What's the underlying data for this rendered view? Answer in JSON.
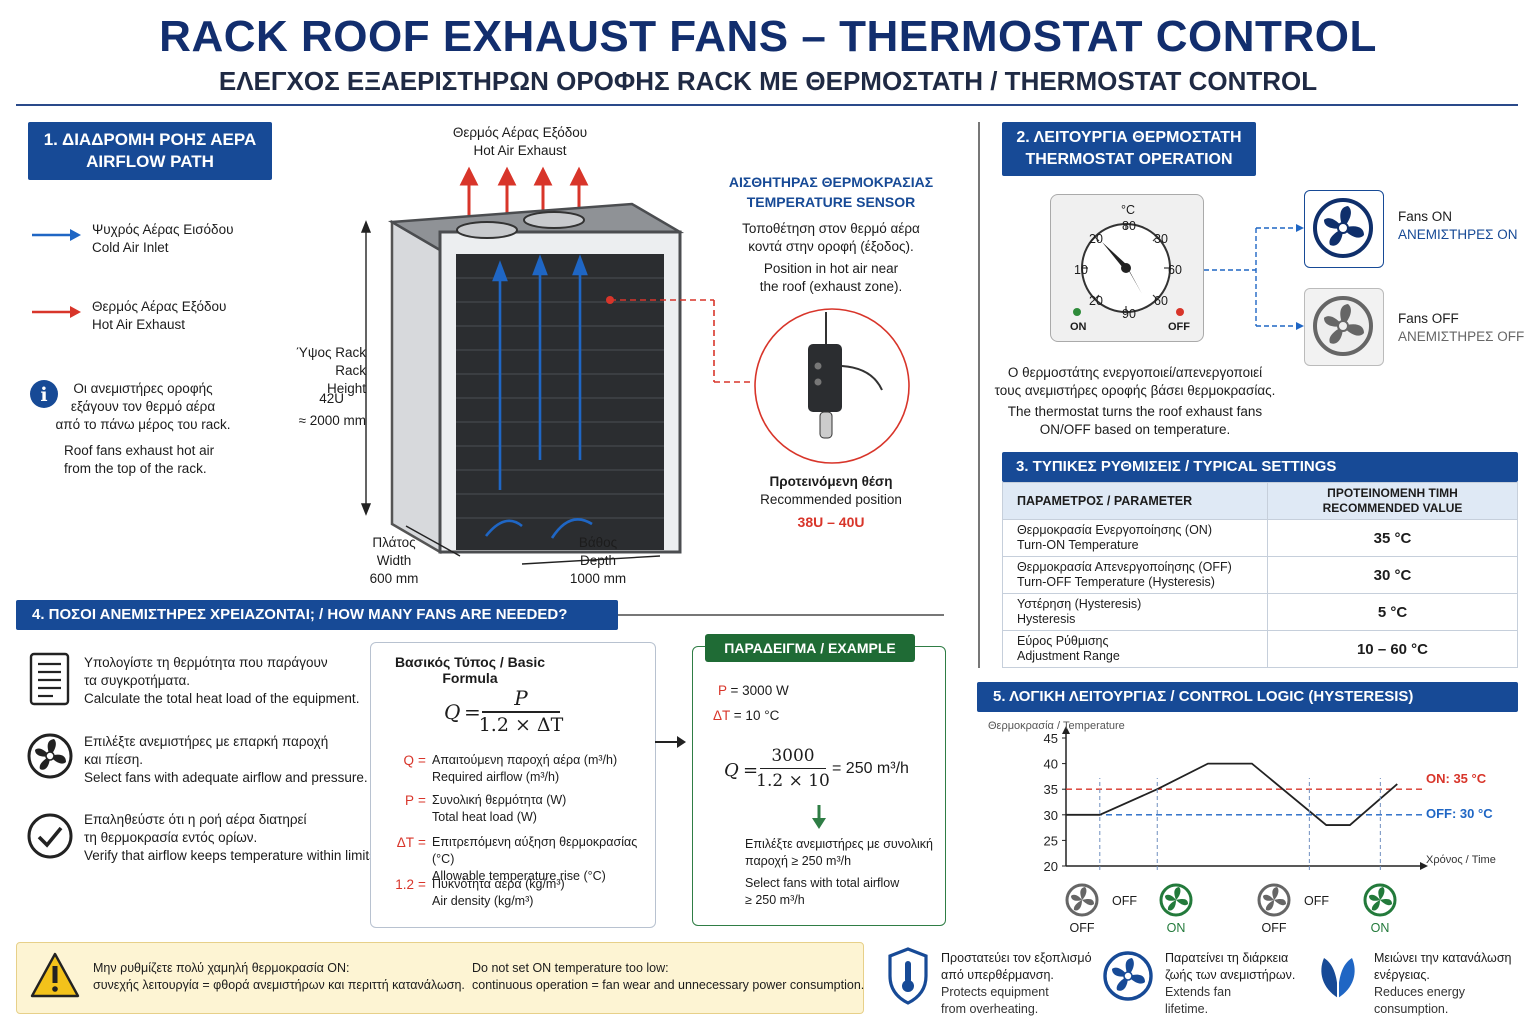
{
  "header": {
    "title": "RACK ROOF EXHAUST FANS – THERMOSTAT CONTROL",
    "subtitle": "ΕΛΕΓΧΟΣ ΕΞΑΕΡΙΣΤΗΡΩΝ ΟΡΟΦΗΣ RACK ΜΕ ΘΕΡΜΟΣΤΑΤΗ / THERMOSTAT CONTROL"
  },
  "section1": {
    "title_gr": "1. ΔΙΑΔΡΟΜΗ ΡΟΗΣ ΑΕΡΑ",
    "title_en": "AIRFLOW PATH",
    "cold_gr": "Ψυχρός Αέρας Εισόδου",
    "cold_en": "Cold Air Inlet",
    "hot_gr": "Θερμός Αέρας Εξόδου",
    "hot_en": "Hot Air Exhaust",
    "info_gr1": "Οι ανεμιστήρες οροφής",
    "info_gr2": "εξάγουν τον θερμό αέρα",
    "info_gr3": "από το πάνω μέρος του rack.",
    "info_en1": "Roof fans exhaust hot air",
    "info_en2": "from the top of the rack.",
    "exhaust_gr": "Θερμός Αέρας Εξόδου",
    "exhaust_en": "Hot Air Exhaust",
    "height_gr": "Ύψος Rack",
    "height_en": "Rack Height",
    "height_u": "42U",
    "height_mm": "≈ 2000 mm",
    "width_gr": "Πλάτος",
    "width_en": "Width",
    "width_mm": "600 mm",
    "depth_gr": "Βάθος",
    "depth_en": "Depth",
    "depth_mm": "1000 mm"
  },
  "sensor": {
    "title_gr": "ΑΙΣΘΗΤΗΡΑΣ ΘΕΡΜΟΚΡΑΣΙΑΣ",
    "title_en": "TEMPERATURE SENSOR",
    "desc_gr1": "Τοποθέτηση στον θερμό αέρα",
    "desc_gr2": "κοντά στην οροφή (έξοδος).",
    "desc_en1": "Position in hot air near",
    "desc_en2": "the roof (exhaust zone).",
    "rec_gr": "Προτεινόμενη θέση",
    "rec_en": "Recommended position",
    "rec_val": "38U – 40U"
  },
  "section2": {
    "title_gr": "2. ΛΕΙΤΟΥΡΓΙΑ ΘΕΡΜΟΣΤΑΤΗ",
    "title_en": "THERMOSTAT OPERATION",
    "dial_unit": "°C",
    "dial_labels": [
      "10",
      "20",
      "80",
      "30",
      "60",
      "20",
      "90",
      "60"
    ],
    "on_label": "ON",
    "off_label": "OFF",
    "fans_on_en": "Fans ON",
    "fans_on_gr": "ΑΝΕΜΙΣΤΗΡΕΣ ON",
    "fans_off_en": "Fans OFF",
    "fans_off_gr": "ΑΝΕΜΙΣΤΗΡΕΣ OFF",
    "desc_gr1": "Ο θερμοστάτης ενεργοποιεί/απενεργοποιεί",
    "desc_gr2": "τους ανεμιστήρες οροφής βάσει θερμοκρασίας.",
    "desc_en1": "The thermostat turns the roof exhaust fans",
    "desc_en2": "ON/OFF based on temperature."
  },
  "section3": {
    "title": "3. ΤΥΠΙΚΕΣ ΡΥΘΜΙΣΕΙΣ / TYPICAL SETTINGS",
    "col1": "ΠΑΡΑΜΕΤΡΟΣ / PARAMETER",
    "col2a": "ΠΡΟΤΕΙΝΟΜΕΝΗ ΤΙΜΗ",
    "col2b": "RECOMMENDED VALUE",
    "rows": [
      {
        "gr": "Θερμοκρασία Ενεργοποίησης (ON)",
        "en": "Turn-ON Temperature",
        "value": "35 °C"
      },
      {
        "gr": "Θερμοκρασία Απενεργοποίησης (OFF)",
        "en": "Turn-OFF Temperature (Hysteresis)",
        "value": "30 °C"
      },
      {
        "gr": "Υστέρηση (Hysteresis)",
        "en": "Hysteresis",
        "value": "5 °C"
      },
      {
        "gr": "Εύρος Ρύθμισης",
        "en": "Adjustment Range",
        "value": "10 – 60 °C"
      }
    ]
  },
  "section4": {
    "title": "4. ΠΟΣΟΙ ΑΝΕΜΙΣΤΗΡΕΣ ΧΡΕΙΑΖΟΝΤΑΙ; / HOW MANY FANS ARE NEEDED?",
    "steps": [
      {
        "gr1": "Υπολογίστε τη θερμότητα που παράγουν",
        "gr2": "τα συγκροτήματα.",
        "en": "Calculate the total heat load of the equipment."
      },
      {
        "gr1": "Επιλέξτε ανεμιστήρες με επαρκή παροχή",
        "gr2": "και πίεση.",
        "en": "Select fans with adequate airflow and pressure."
      },
      {
        "gr1": "Επαληθεύστε ότι η ροή αέρα διατηρεί",
        "gr2": "τη θερμοκρασία εντός ορίων.",
        "en": "Verify that airflow keeps temperature within limits."
      }
    ],
    "formula_title": "Βασικός Τύπος / Basic Formula",
    "f_q": "Q",
    "f_eq": "=",
    "f_num": "P",
    "f_den": "1.2 × ΔT",
    "legend": [
      {
        "sym": "Q",
        "eq": "=",
        "gr": "Απαιτούμενη παροχή αέρα (m³/h)",
        "en": "Required airflow (m³/h)"
      },
      {
        "sym": "P",
        "eq": "=",
        "gr": "Συνολική θερμότητα (W)",
        "en": "Total heat load (W)"
      },
      {
        "sym": "ΔT",
        "eq": "=",
        "gr": "Επιτρεπόμενη αύξηση θερμοκρασίας (°C)",
        "en": "Allowable temperature rise (°C)"
      },
      {
        "sym": "1.2",
        "eq": "=",
        "gr": "Πυκνότητα αέρα (kg/m³)",
        "en": "Air density (kg/m³)"
      }
    ],
    "example_title": "ΠΑΡΑΔΕΙΓΜΑ / EXAMPLE",
    "ex_p_sym": "P",
    "ex_p": "= 3000 W",
    "ex_dt_sym": "ΔT",
    "ex_dt": "= 10 °C",
    "ex_q": "Q",
    "ex_eq": "=",
    "ex_num": "3000",
    "ex_den": "1.2 × 10",
    "ex_res": "= 250 m³/h",
    "ex_gr1": "Επιλέξτε ανεμιστήρες με συνολική",
    "ex_gr2": "παροχή ≥ 250 m³/h",
    "ex_en1": "Select fans with total airflow",
    "ex_en2": "≥ 250 m³/h"
  },
  "section5": {
    "title": "5. ΛΟΓΙΚΗ ΛΕΙΤΟΥΡΓΙΑΣ / CONTROL LOGIC (HYSTERESIS)",
    "y_label": "Θερμοκρασία / Temperature",
    "x_label": "Χρόνος / Time",
    "on_line": "ON: 35 °C",
    "off_line": "OFF: 30 °C",
    "fan_states": [
      "OFF",
      "ON",
      "OFF",
      "ON"
    ]
  },
  "warning": {
    "gr1": "Μην ρυθμίζετε πολύ χαμηλή θερμοκρασία ON:",
    "gr2": "συνεχής λειτουργία = φθορά ανεμιστήρων και περιττή κατανάλωση.",
    "en1": "Do not set ON temperature too low:",
    "en2": "continuous operation = fan wear and unnecessary power consumption."
  },
  "benefits": [
    {
      "gr1": "Προστατεύει τον εξοπλισμό",
      "gr2": "από υπερθέρμανση.",
      "en1": "Protects equipment",
      "en2": "from overheating."
    },
    {
      "gr1": "Παρατείνει τη διάρκεια",
      "gr2": "ζωής των ανεμιστήρων.",
      "en1": "Extends fan",
      "en2": "lifetime."
    },
    {
      "gr1": "Μειώνει την κατανάλωση",
      "gr2": "ενέργειας.",
      "en1": "Reduces energy",
      "en2": "consumption."
    }
  ],
  "colors": {
    "brand_blue": "#174a96",
    "hot_red": "#d8352a",
    "cold_blue": "#1f66c4",
    "on_green": "#237a3b",
    "warn_yellow": "#fdf4d3"
  },
  "chart_data": {
    "type": "line",
    "ylabel": "Θερμοκρασία / Temperature",
    "xlabel": "Χρόνος / Time",
    "yticks": [
      20,
      25,
      30,
      35,
      40,
      45
    ],
    "ylim": [
      20,
      45
    ],
    "series": [
      {
        "x": [
          0,
          1,
          2.7,
          4.2,
          5.5,
          7.7,
          8.4,
          9.8
        ],
        "values": [
          30,
          30,
          35,
          40,
          40,
          28,
          28,
          36
        ]
      }
    ],
    "thresholds": [
      {
        "label": "ON: 35 °C",
        "value": 35
      },
      {
        "label": "OFF: 30 °C",
        "value": 30
      }
    ]
  }
}
